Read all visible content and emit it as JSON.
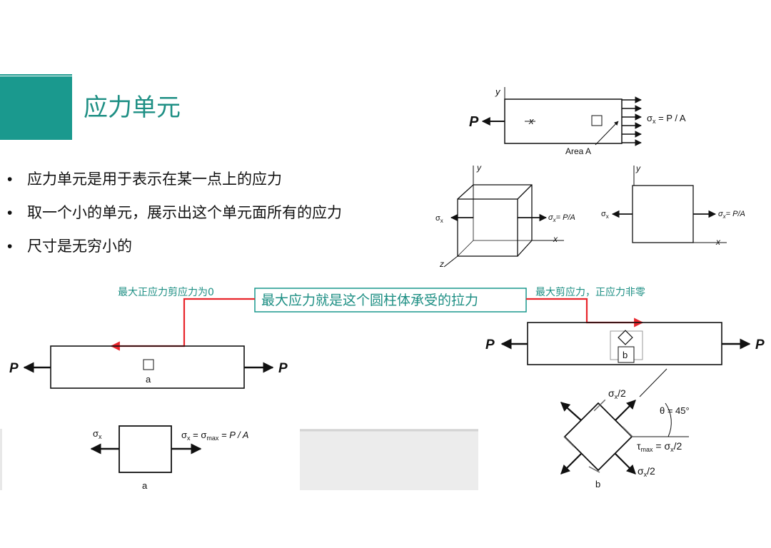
{
  "slide": {
    "title": "应力单元",
    "bullets": [
      "应力单元是用于表示在某一点上的应力",
      "取一个小的单元，展示出这个单元面所有的应力",
      "尺寸是无穷小的"
    ],
    "callout_left": "最大正应力剪应力为0",
    "callout_center": "最大应力就是这个圆柱体承受的拉力",
    "callout_right": "最大剪应力，正应力非零",
    "colors": {
      "teal": "#1a998e",
      "teal_text": "#1e8f84",
      "red": "#e8252b",
      "black": "#111111"
    }
  },
  "fig_bar": {
    "force": "P",
    "y": "y",
    "x": "x",
    "sigma": "σ",
    "sigma_sub": "x",
    "eq": " = P / A",
    "area": "Area A"
  },
  "fig_cube": {
    "y": "y",
    "x": "x",
    "z": "z",
    "sigma_sub": "x",
    "right_eq": "= P/A"
  },
  "fig_square": {
    "y": "y",
    "x": "x",
    "sigma_sub": "x",
    "right_eq": "= P/A"
  },
  "fig_a": {
    "p_left": "P",
    "p_right": "P",
    "element_label": "a",
    "sig_left": "σ",
    "sig_left_sub": "x",
    "eq_sigma": "σ",
    "eq_sub": "x",
    "eq_mid": " = σ",
    "eq_max": "max",
    "eq_tail": " = P / A",
    "label": "a"
  },
  "fig_b": {
    "p_left": "P",
    "p_right": "P",
    "element_label": "b",
    "top": "σ",
    "top_sub": "x",
    "top_tail": "/2",
    "angle": "θ = 45°",
    "tau": "τ",
    "tau_sub": "max",
    "tau_eq": " = σ",
    "tau_sub2": "x",
    "tau_tail": "/2",
    "bottom": "σ",
    "bottom_sub": "x",
    "bottom_tail": "/2",
    "label": "b"
  }
}
